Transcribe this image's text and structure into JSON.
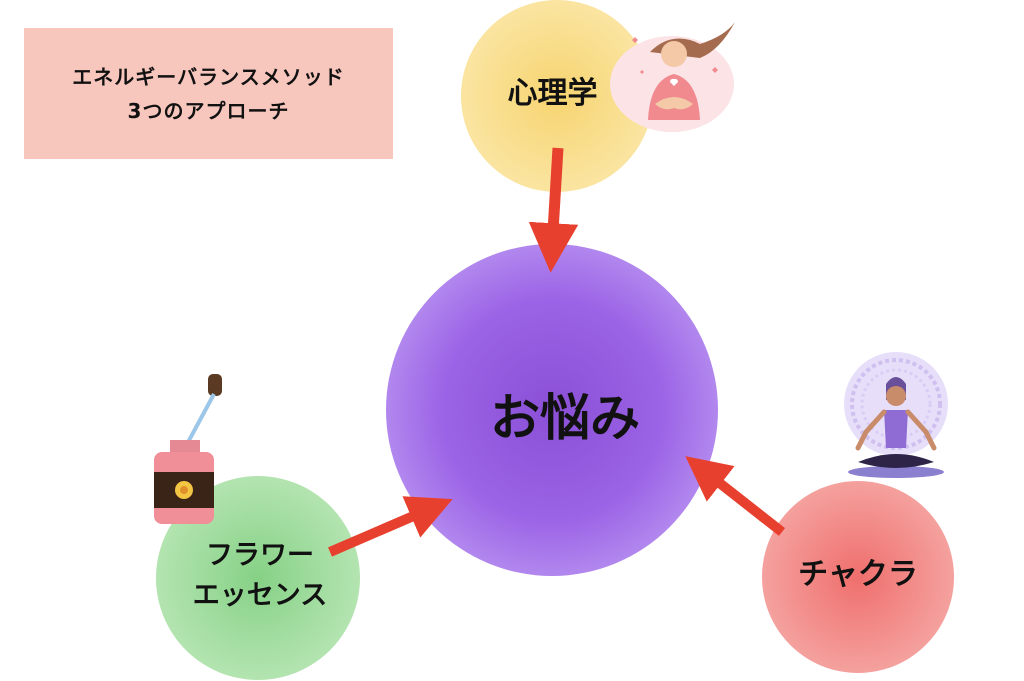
{
  "title": {
    "line1": "エネルギーバランスメソッド",
    "line2": "3つのアプローチ"
  },
  "center": {
    "label": "お悩み",
    "color": "#9a5fe2"
  },
  "approaches": [
    {
      "id": "psychology",
      "label": "心理学",
      "color": "#f8d97a",
      "illustration": "heart-hands-woman-icon"
    },
    {
      "id": "chakra",
      "label": "チャクラ",
      "color": "#ef7a78",
      "illustration": "meditating-woman-icon"
    },
    {
      "id": "flower-essence",
      "label_line1": "フラワー",
      "label_line2": "エッセンス",
      "color": "#8fd68e",
      "illustration": "dropper-bottle-icon"
    }
  ],
  "arrow_color": "#e8402e"
}
